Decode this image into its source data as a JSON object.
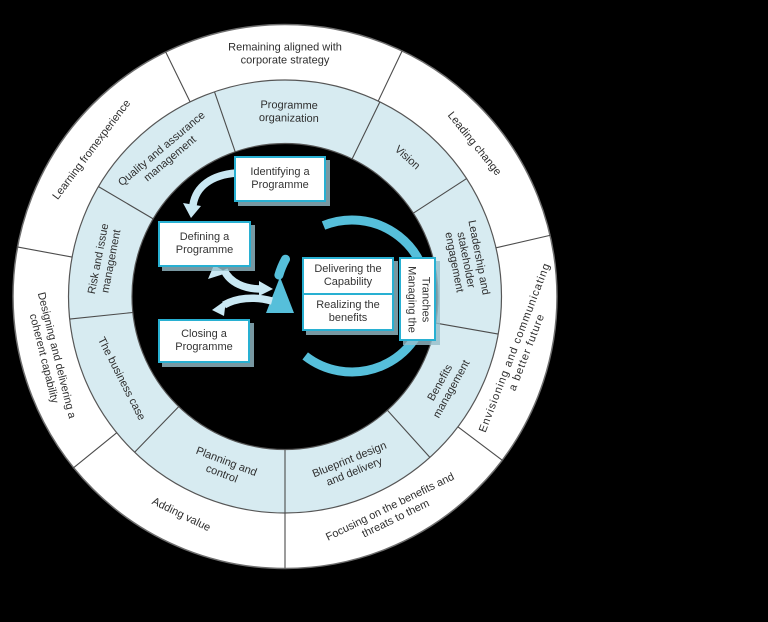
{
  "colors": {
    "background": "#000000",
    "outer_ring_fill": "#ffffff",
    "middle_ring_fill": "#d7ebf1",
    "cycle_arrow": "#56bfda",
    "flow_arrow": "#c9e8f3",
    "box_border": "#28b0d2",
    "text": "#2e2e2e"
  },
  "rings": {
    "outer": {
      "name": "principles",
      "segments": [
        {
          "label": "Remaining aligned with corporate strategy",
          "lines": [
            "Remaining aligned with",
            "corporate strategy"
          ]
        },
        {
          "label": "Leading change",
          "lines": [
            "Leading change"
          ]
        },
        {
          "label": "Envisioning and communicating a better future",
          "lines": [
            "Envisioning and communicating",
            "a better future"
          ]
        },
        {
          "label": "Focusing on the benefits and threats to them",
          "lines": [
            "Focusing on the benefits and",
            "threats to them"
          ]
        },
        {
          "label": "Adding value",
          "lines": [
            "Adding value"
          ]
        },
        {
          "label": "Designing and delivering a coherent capability",
          "lines": [
            "Designing and delivering a",
            "coherent capability"
          ]
        },
        {
          "label": "Learning fromexperience",
          "lines": [
            "Learning fromexperience"
          ]
        }
      ]
    },
    "middle": {
      "name": "governance-themes",
      "segments": [
        {
          "label": "Programme organization",
          "lines": [
            "Programme",
            "organization"
          ]
        },
        {
          "label": "Vision",
          "lines": [
            "Vision"
          ]
        },
        {
          "label": "Leadership and stakeholder engagement",
          "lines": [
            "Leadership and",
            "stakeholder",
            "engagement"
          ]
        },
        {
          "label": "Benefits management",
          "lines": [
            "Benefits",
            "management"
          ]
        },
        {
          "label": "Blueprint design and delivery",
          "lines": [
            "Blueprint design",
            "and delivery"
          ]
        },
        {
          "label": "Planning and control",
          "lines": [
            "Planning and",
            "control"
          ]
        },
        {
          "label": "The business case",
          "lines": [
            "The business case"
          ]
        },
        {
          "label": "Risk and issue management",
          "lines": [
            "Risk and issue",
            "management"
          ]
        },
        {
          "label": "Quality and assurance management",
          "lines": [
            "Quality and assurance",
            "management"
          ]
        }
      ]
    }
  },
  "flow": {
    "boxes": {
      "identifying": {
        "label": "Identifying a Programme",
        "lines": [
          "Identifying a",
          "Programme"
        ]
      },
      "defining": {
        "label": "Defining a Programme",
        "lines": [
          "Defining a",
          "Programme"
        ]
      },
      "closing": {
        "label": "Closing a Programme",
        "lines": [
          "Closing a",
          "Programme"
        ]
      },
      "delivering": {
        "label": "Delivering the Capability",
        "lines": [
          "Delivering the",
          "Capability"
        ]
      },
      "realizing": {
        "label": "Realizing the benefits",
        "lines": [
          "Realizing the",
          "benefits"
        ]
      },
      "managing": {
        "label": "Managing the Tranches",
        "lines": [
          "Managing the",
          "Tranches"
        ]
      }
    }
  }
}
